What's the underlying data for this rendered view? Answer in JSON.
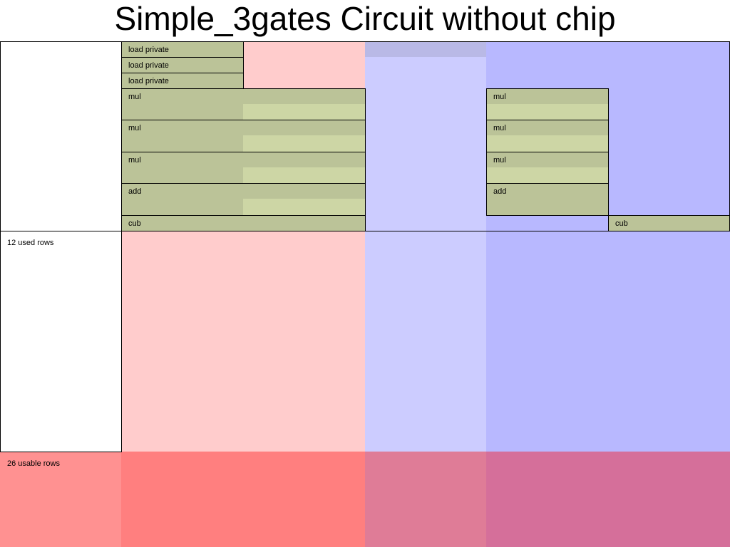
{
  "title": "Simple_3gates Circuit without chip",
  "colors": {
    "fixed_column": "#ffcccc",
    "fixed_column_unusable": "#ff7f7f",
    "advice_column": "#ccccff",
    "advice_column_unusable": "#df7c97",
    "instance_column": "#b8b8ff",
    "instance_column_unusable": "#d56f9a",
    "selector_header": "#b9b9e6",
    "label_column_unusable": "#ff9191",
    "region_fill": "#bbc398",
    "region_assignment": "#cdd6a5"
  },
  "labels": {
    "used_rows": "12 used rows",
    "usable_rows": "26 usable rows"
  },
  "regions": {
    "load_private_1": "load private",
    "load_private_2": "load private",
    "load_private_3": "load private",
    "mul_1": "mul",
    "mul_2": "mul",
    "mul_3": "mul",
    "add_1": "add",
    "cub_1": "cub",
    "mul_4": "mul",
    "mul_5": "mul",
    "mul_6": "mul",
    "add_2": "add",
    "cub_2": "cub"
  }
}
